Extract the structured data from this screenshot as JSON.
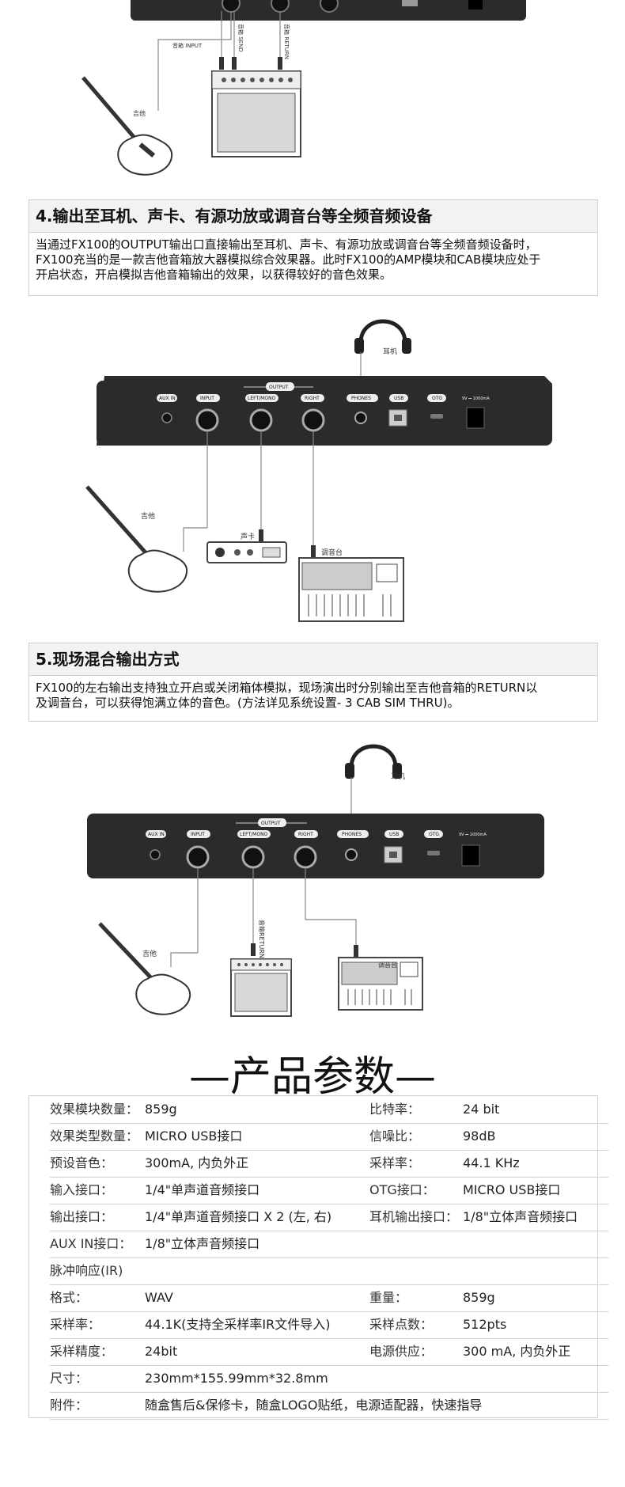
{
  "top_diagram": {
    "labels": {
      "input": "音箱 INPUT",
      "send": "音箱 SEND",
      "return": "音箱 RETURN",
      "guitar": "吉他"
    }
  },
  "section4": {
    "title": "4.输出至耳机、声卡、有源功放或调音台等全频音频设备",
    "body": [
      "当通过FX100的OUTPUT输出口直接输出至耳机、声卡、有源功放或调音台等全频音频设备时，",
      "FX100充当的是一款吉他音箱放大器模拟综合效果器。此时FX100的AMP模块和CAB模块应处于",
      "开启状态，开启模拟吉他音箱输出的效果，以获得较好的音色效果。"
    ],
    "diagram": {
      "panel": {
        "aux": "AUX IN",
        "input": "INPUT",
        "left": "LEFT/MONO",
        "right": "RIGHT",
        "phones": "PHONES",
        "usb": "USB",
        "otg": "OTG",
        "output": "OUTPUT",
        "power": "9V ⎓ 1000mA"
      },
      "headphones": "耳机",
      "guitar": "吉他",
      "soundcard": "声卡",
      "mixer": "调音台"
    }
  },
  "section5": {
    "title": "5.现场混合输出方式",
    "body": [
      "FX100的左右输出支持独立开启或关闭箱体模拟，现场演出时分别输出至吉他音箱的RETURN以",
      "及调音台，可以获得饱满立体的音色。(方法详见系统设置- 3 CAB SIM THRU)。"
    ],
    "diagram": {
      "panel": {
        "aux": "AUX IN",
        "input": "INPUT",
        "left": "LEFT/MONO",
        "right": "RIGHT",
        "phones": "PHONES",
        "usb": "USB",
        "otg": "OTG",
        "output": "OUTPUT",
        "power": "9V ⎓ 1000mA"
      },
      "headphones": "耳机",
      "guitar": "吉他",
      "amp_return": "音箱RETURN",
      "mixer": "调音台"
    }
  },
  "specs": {
    "title": "—产品参数—",
    "rows": [
      {
        "l1": "效果模块数量：",
        "v1": "859g",
        "l2": "比特率：",
        "v2": "24 bit"
      },
      {
        "l1": "效果类型数量：",
        "v1": "MICRO USB接口",
        "l2": "信噪比：",
        "v2": "98dB"
      },
      {
        "l1": "预设音色：",
        "v1": "300mA, 内负外正",
        "l2": "采样率：",
        "v2": "44.1 KHz"
      },
      {
        "l1": "输入接口：",
        "v1": "1/4\"单声道音频接口",
        "l2": "OTG接口：",
        "v2": "MICRO USB接口"
      },
      {
        "l1": "输出接口：",
        "v1": "1/4\"单声道音频接口 X 2 (左, 右)",
        "l2": "耳机输出接口：",
        "v2": "1/8\"立体声音频接口"
      },
      {
        "l1": "AUX IN接口：",
        "v1": "1/8\"立体声音频接口",
        "l2": "",
        "v2": ""
      },
      {
        "l1": "脉冲响应(IR)",
        "v1": "",
        "l2": "",
        "v2": ""
      },
      {
        "l1": "格式：",
        "v1": "WAV",
        "l2": "重量：",
        "v2": "859g"
      },
      {
        "l1": "采样率：",
        "v1": "44.1K(支持全采样率IR文件导入)",
        "l2": "采样点数：",
        "v2": "512pts"
      },
      {
        "l1": "采样精度：",
        "v1": "24bit",
        "l2": "电源供应：",
        "v2": "300 mA, 内负外正"
      },
      {
        "l1": "尺寸：",
        "v1": "230mm*155.99mm*32.8mm",
        "l2": "",
        "v2": ""
      },
      {
        "l1": "附件：",
        "v1": "随盒售后&保修卡，随盒LOGO贴纸，电源适配器，快速指导",
        "l2": "",
        "v2": ""
      }
    ]
  }
}
